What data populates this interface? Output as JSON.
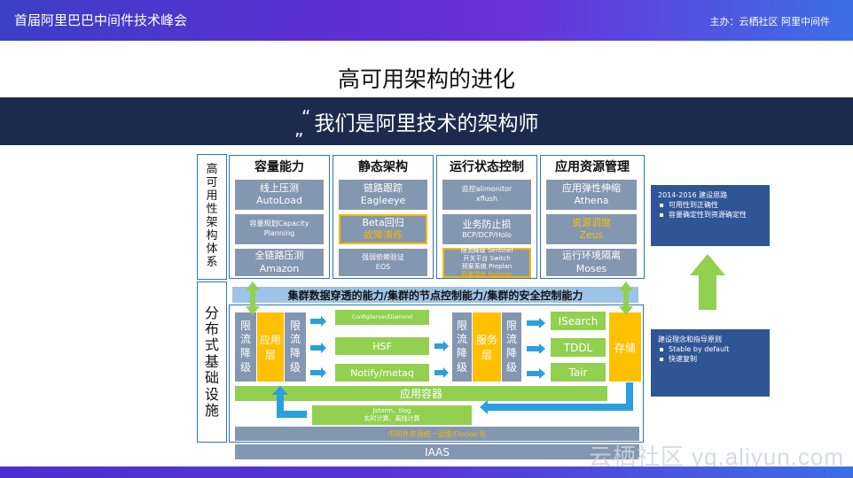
{
  "header": {
    "title": "首届阿里巴巴中间件技术峰会",
    "host": "主办：云栖社区 阿里中间件"
  },
  "slide": {
    "title": "高可用架构的进化",
    "quote": "我们是阿里技术的架构师",
    "quote_open": "“",
    "quote_close": "”"
  },
  "left_labels": {
    "top": [
      "高",
      "可",
      "用",
      "性",
      "架",
      "构",
      "体",
      "系"
    ],
    "bottom": [
      "分",
      "布",
      "式",
      "基",
      "础",
      "设",
      "施"
    ]
  },
  "columns": [
    {
      "title": "容量能力",
      "items": [
        {
          "lines": [
            "线上压测",
            "AutoLoad"
          ]
        },
        {
          "lines": [
            "容量规划Capacity",
            "Planning"
          ]
        },
        {
          "lines": [
            "全链路压测",
            "Amazon"
          ]
        }
      ]
    },
    {
      "title": "静态架构",
      "items": [
        {
          "lines": [
            "链路跟踪",
            "Eagleeye"
          ]
        },
        {
          "lines": [
            "Beta回归",
            "故障演练"
          ]
        },
        {
          "lines": [
            "强弱依赖验证",
            "EOS"
          ]
        }
      ]
    },
    {
      "title": "运行状态控制",
      "items": [
        {
          "lines": [
            "监控alimonitor",
            "xflush"
          ]
        },
        {
          "lines": [
            "业务防止损",
            "BCP/DCP/Holo"
          ]
        },
        {
          "lines": [
            "限流降级 Sentinel",
            "开关平台 Switch",
            "预案系统 Preplan",
            "容量调度 Failover"
          ]
        }
      ]
    },
    {
      "title": "应用资源管理",
      "items": [
        {
          "lines": [
            "应用弹性伸缩",
            "Athena"
          ]
        },
        {
          "lines": [
            "资源调度",
            "Zeus"
          ]
        },
        {
          "lines": [
            "运行环境隔离",
            "Moses"
          ]
        }
      ]
    }
  ],
  "cluster_bar": "集群数据穿透的能力/集群的节点控制能力/集群的安全控制能力",
  "infra": {
    "limit": [
      "限",
      "流",
      "降",
      "级"
    ],
    "app_layer": [
      "应用",
      "层"
    ],
    "service_layer": [
      "服务",
      "层"
    ],
    "config_server": "ConfigServer/Diamond",
    "hsf": "HSF",
    "notify": "Notify/metaq",
    "isearch": "ISearch",
    "tddl": "TDDL",
    "tair": "Tair",
    "storage": "存储",
    "container": "应用容器",
    "jstorm": [
      "Jstorm、tlog",
      "实时计算、离线计算"
    ],
    "middleware": "中间件资源统一运维/Docker化",
    "iaas": "IAAS"
  },
  "side_boxes": [
    {
      "title": "2014-2016 建设思路",
      "items": [
        "可用性到正确性",
        "容量确定性到资源确定性"
      ]
    },
    {
      "title": "建设理念和指导原则",
      "items": [
        "Stable by default",
        "快速复制"
      ]
    }
  ],
  "watermark": "云栖社区 yq.aliyun.com",
  "colors": {
    "accent_blue": "#2e75b6",
    "navy": "#1c2b4d",
    "gray_box": "#8497b0",
    "orange": "#ffc000",
    "green": "#92d050",
    "light_blue": "#9dc3e6",
    "side_blue": "#2f5597"
  }
}
